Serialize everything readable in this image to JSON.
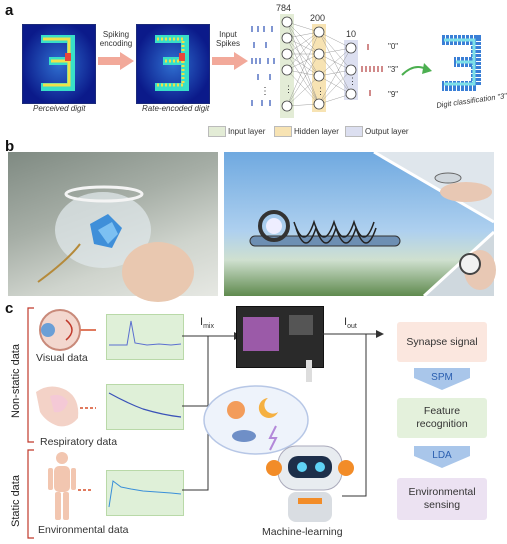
{
  "panel_a": {
    "letter": "a",
    "arrow1_label": "Spiking encoding",
    "arrow2_label": "Input Spikes",
    "perceived_caption": "Perceived digit",
    "rate_caption": "Rate-encoded digit",
    "layer_sizes": [
      "784",
      "200",
      "10"
    ],
    "outputs": [
      "\"0\"",
      "\"3\"",
      "\"9\""
    ],
    "classification_caption": "Digit classification \"3\"",
    "legend": [
      {
        "label": "Input layer",
        "color": "#e3ecd6"
      },
      {
        "label": "Hidden layer",
        "color": "#f7e3b3"
      },
      {
        "label": "Output layer",
        "color": "#dcdff0"
      }
    ]
  },
  "panel_b": {
    "letter": "b"
  },
  "panel_c": {
    "letter": "c",
    "side_nonstatic": "Non-static data",
    "side_static": "Static data",
    "visual": "Visual data",
    "respiratory": "Respiratory data",
    "environmental": "Environmental data",
    "i_mix": "I",
    "i_mix_sub": "mix",
    "i_out": "I",
    "i_out_sub": "out",
    "machine_learning": "Machine-learning",
    "flow": {
      "box1": "Synapse signal",
      "step1": "SPM",
      "box2": "Feature recognition",
      "step2": "LDA",
      "box3": "Environmental sensing"
    },
    "colors": {
      "box1": "#fbe7df",
      "box2": "#e4f1dc",
      "box3": "#ece2f2",
      "arrow": "#a9c6ea"
    }
  }
}
